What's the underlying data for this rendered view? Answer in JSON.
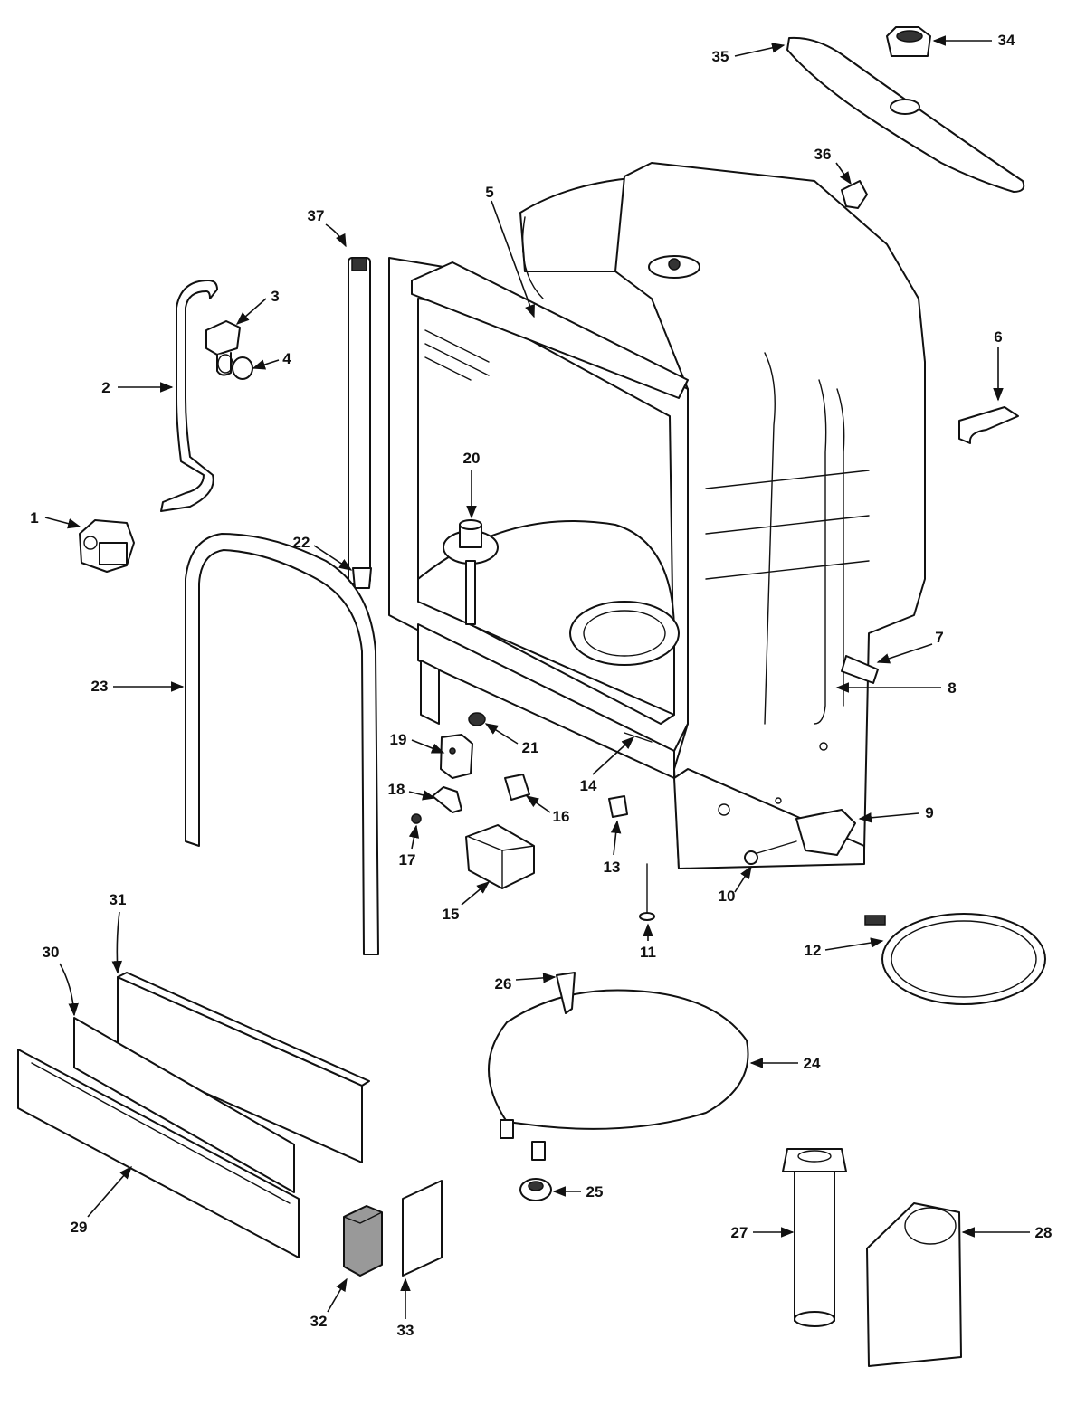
{
  "callouts": [
    {
      "id": "1",
      "label": "1"
    },
    {
      "id": "2",
      "label": "2"
    },
    {
      "id": "3",
      "label": "3"
    },
    {
      "id": "4",
      "label": "4"
    },
    {
      "id": "5",
      "label": "5"
    },
    {
      "id": "6",
      "label": "6"
    },
    {
      "id": "7",
      "label": "7"
    },
    {
      "id": "8",
      "label": "8"
    },
    {
      "id": "9",
      "label": "9"
    },
    {
      "id": "10",
      "label": "10"
    },
    {
      "id": "11",
      "label": "11"
    },
    {
      "id": "12",
      "label": "12"
    },
    {
      "id": "13",
      "label": "13"
    },
    {
      "id": "14",
      "label": "14"
    },
    {
      "id": "15",
      "label": "15"
    },
    {
      "id": "16",
      "label": "16"
    },
    {
      "id": "17",
      "label": "17"
    },
    {
      "id": "18",
      "label": "18"
    },
    {
      "id": "19",
      "label": "19"
    },
    {
      "id": "20",
      "label": "20"
    },
    {
      "id": "21",
      "label": "21"
    },
    {
      "id": "22",
      "label": "22"
    },
    {
      "id": "23",
      "label": "23"
    },
    {
      "id": "24",
      "label": "24"
    },
    {
      "id": "25",
      "label": "25"
    },
    {
      "id": "26",
      "label": "26"
    },
    {
      "id": "27",
      "label": "27"
    },
    {
      "id": "28",
      "label": "28"
    },
    {
      "id": "29",
      "label": "29"
    },
    {
      "id": "30",
      "label": "30"
    },
    {
      "id": "31",
      "label": "31"
    },
    {
      "id": "32",
      "label": "32"
    },
    {
      "id": "33",
      "label": "33"
    },
    {
      "id": "34",
      "label": "34"
    },
    {
      "id": "35",
      "label": "35"
    },
    {
      "id": "36",
      "label": "36"
    },
    {
      "id": "37",
      "label": "37"
    }
  ],
  "colors": {
    "line": "#111111",
    "fill": "#ffffff"
  }
}
